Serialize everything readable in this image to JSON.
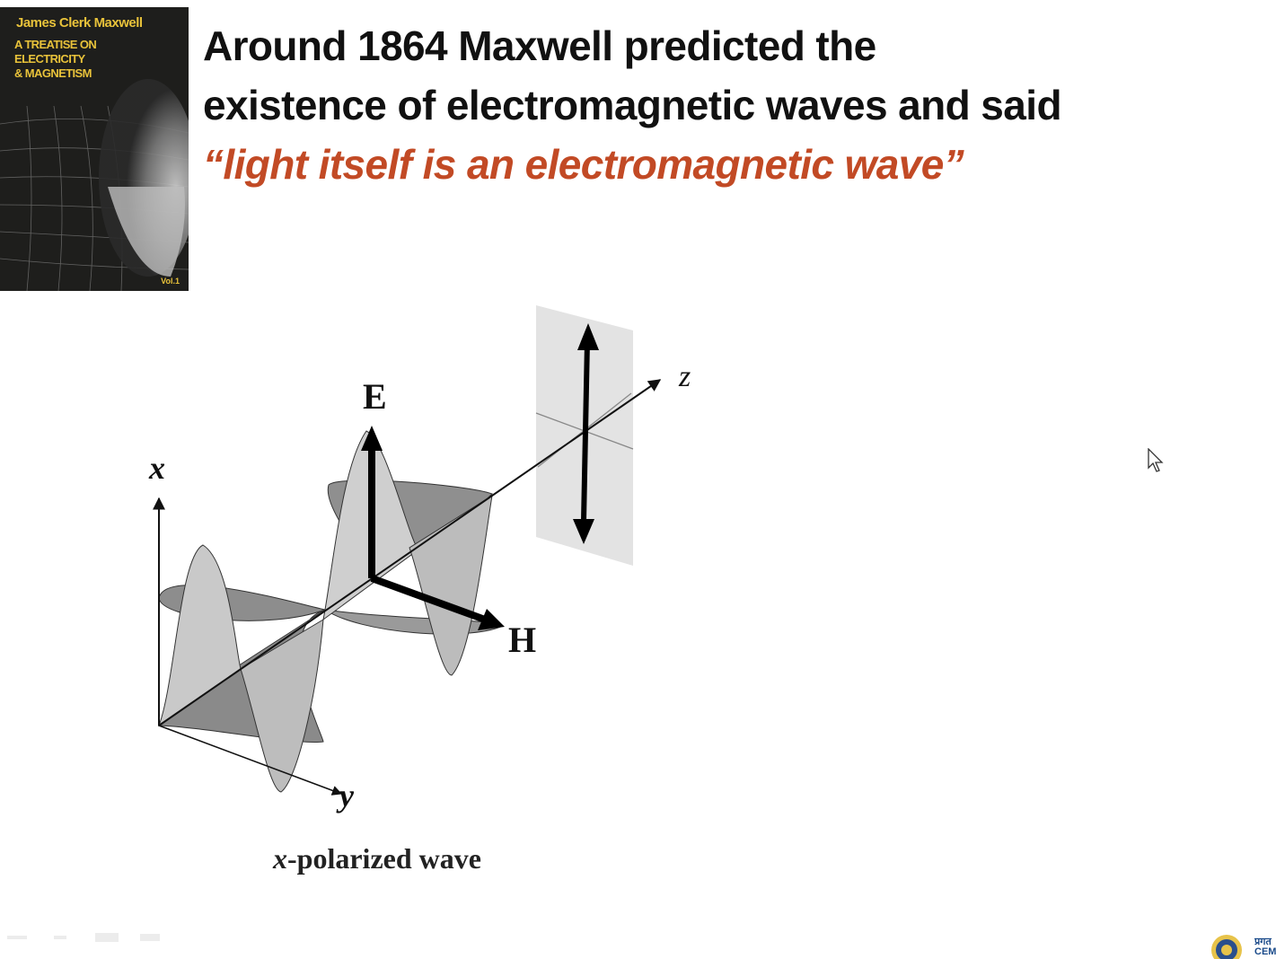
{
  "book": {
    "author": "James Clerk Maxwell",
    "title_line1": "A Treatise on",
    "title_line2": "Electricity",
    "title_line3": "& Magnetism",
    "volume": "Vol.1"
  },
  "headline": {
    "line1": "Around 1864 Maxwell predicted the",
    "line2": "existence of electromagnetic waves and said",
    "quote": "“light itself is an electromagnetic wave”"
  },
  "diagram": {
    "label_e": "E",
    "label_h": "H",
    "axis_x": "x",
    "axis_y": "y",
    "axis_z": "z",
    "caption_var": "x",
    "caption_rest": "-polarized wave"
  },
  "colors": {
    "quote": "#c24a25",
    "book_text": "#e8c23a",
    "wave_light": "#c8c8c8",
    "wave_dark": "#8a8a8a",
    "plane": "#e3e3e3"
  },
  "footer": {
    "logo_text": "प्रगत CEM"
  },
  "icons": [
    "mouse-pointer-icon",
    "institute-logo-icon"
  ]
}
